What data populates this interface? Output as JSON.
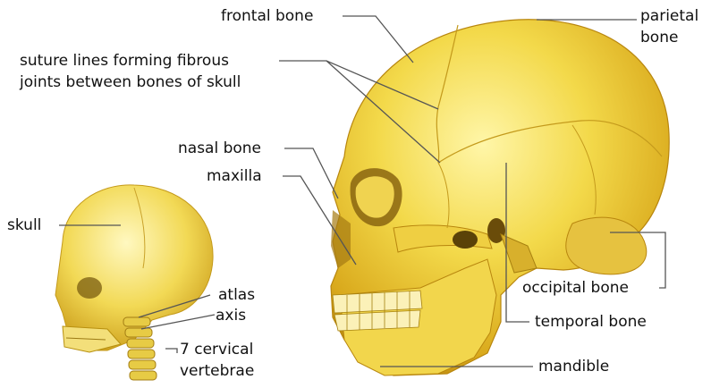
{
  "labels": {
    "frontal_bone": "frontal bone",
    "parietal_bone_line1": "parietal",
    "parietal_bone_line2": "bone",
    "suture_line1": "suture lines forming fibrous",
    "suture_line2": "joints between bones of skull",
    "nasal_bone": "nasal bone",
    "maxilla": "maxilla",
    "skull": "skull",
    "atlas": "atlas",
    "axis": "axis",
    "cervical_line1": "7 cervical",
    "cervical_line2": "vertebrae",
    "occipital_bone": "occipital bone",
    "temporal_bone": "temporal bone",
    "mandible": "mandible"
  },
  "colors": {
    "bone_light": "#f6e36a",
    "bone_mid": "#e9c62a",
    "bone_dark": "#b88a10",
    "leader_line": "#555555",
    "text": "#111111"
  }
}
